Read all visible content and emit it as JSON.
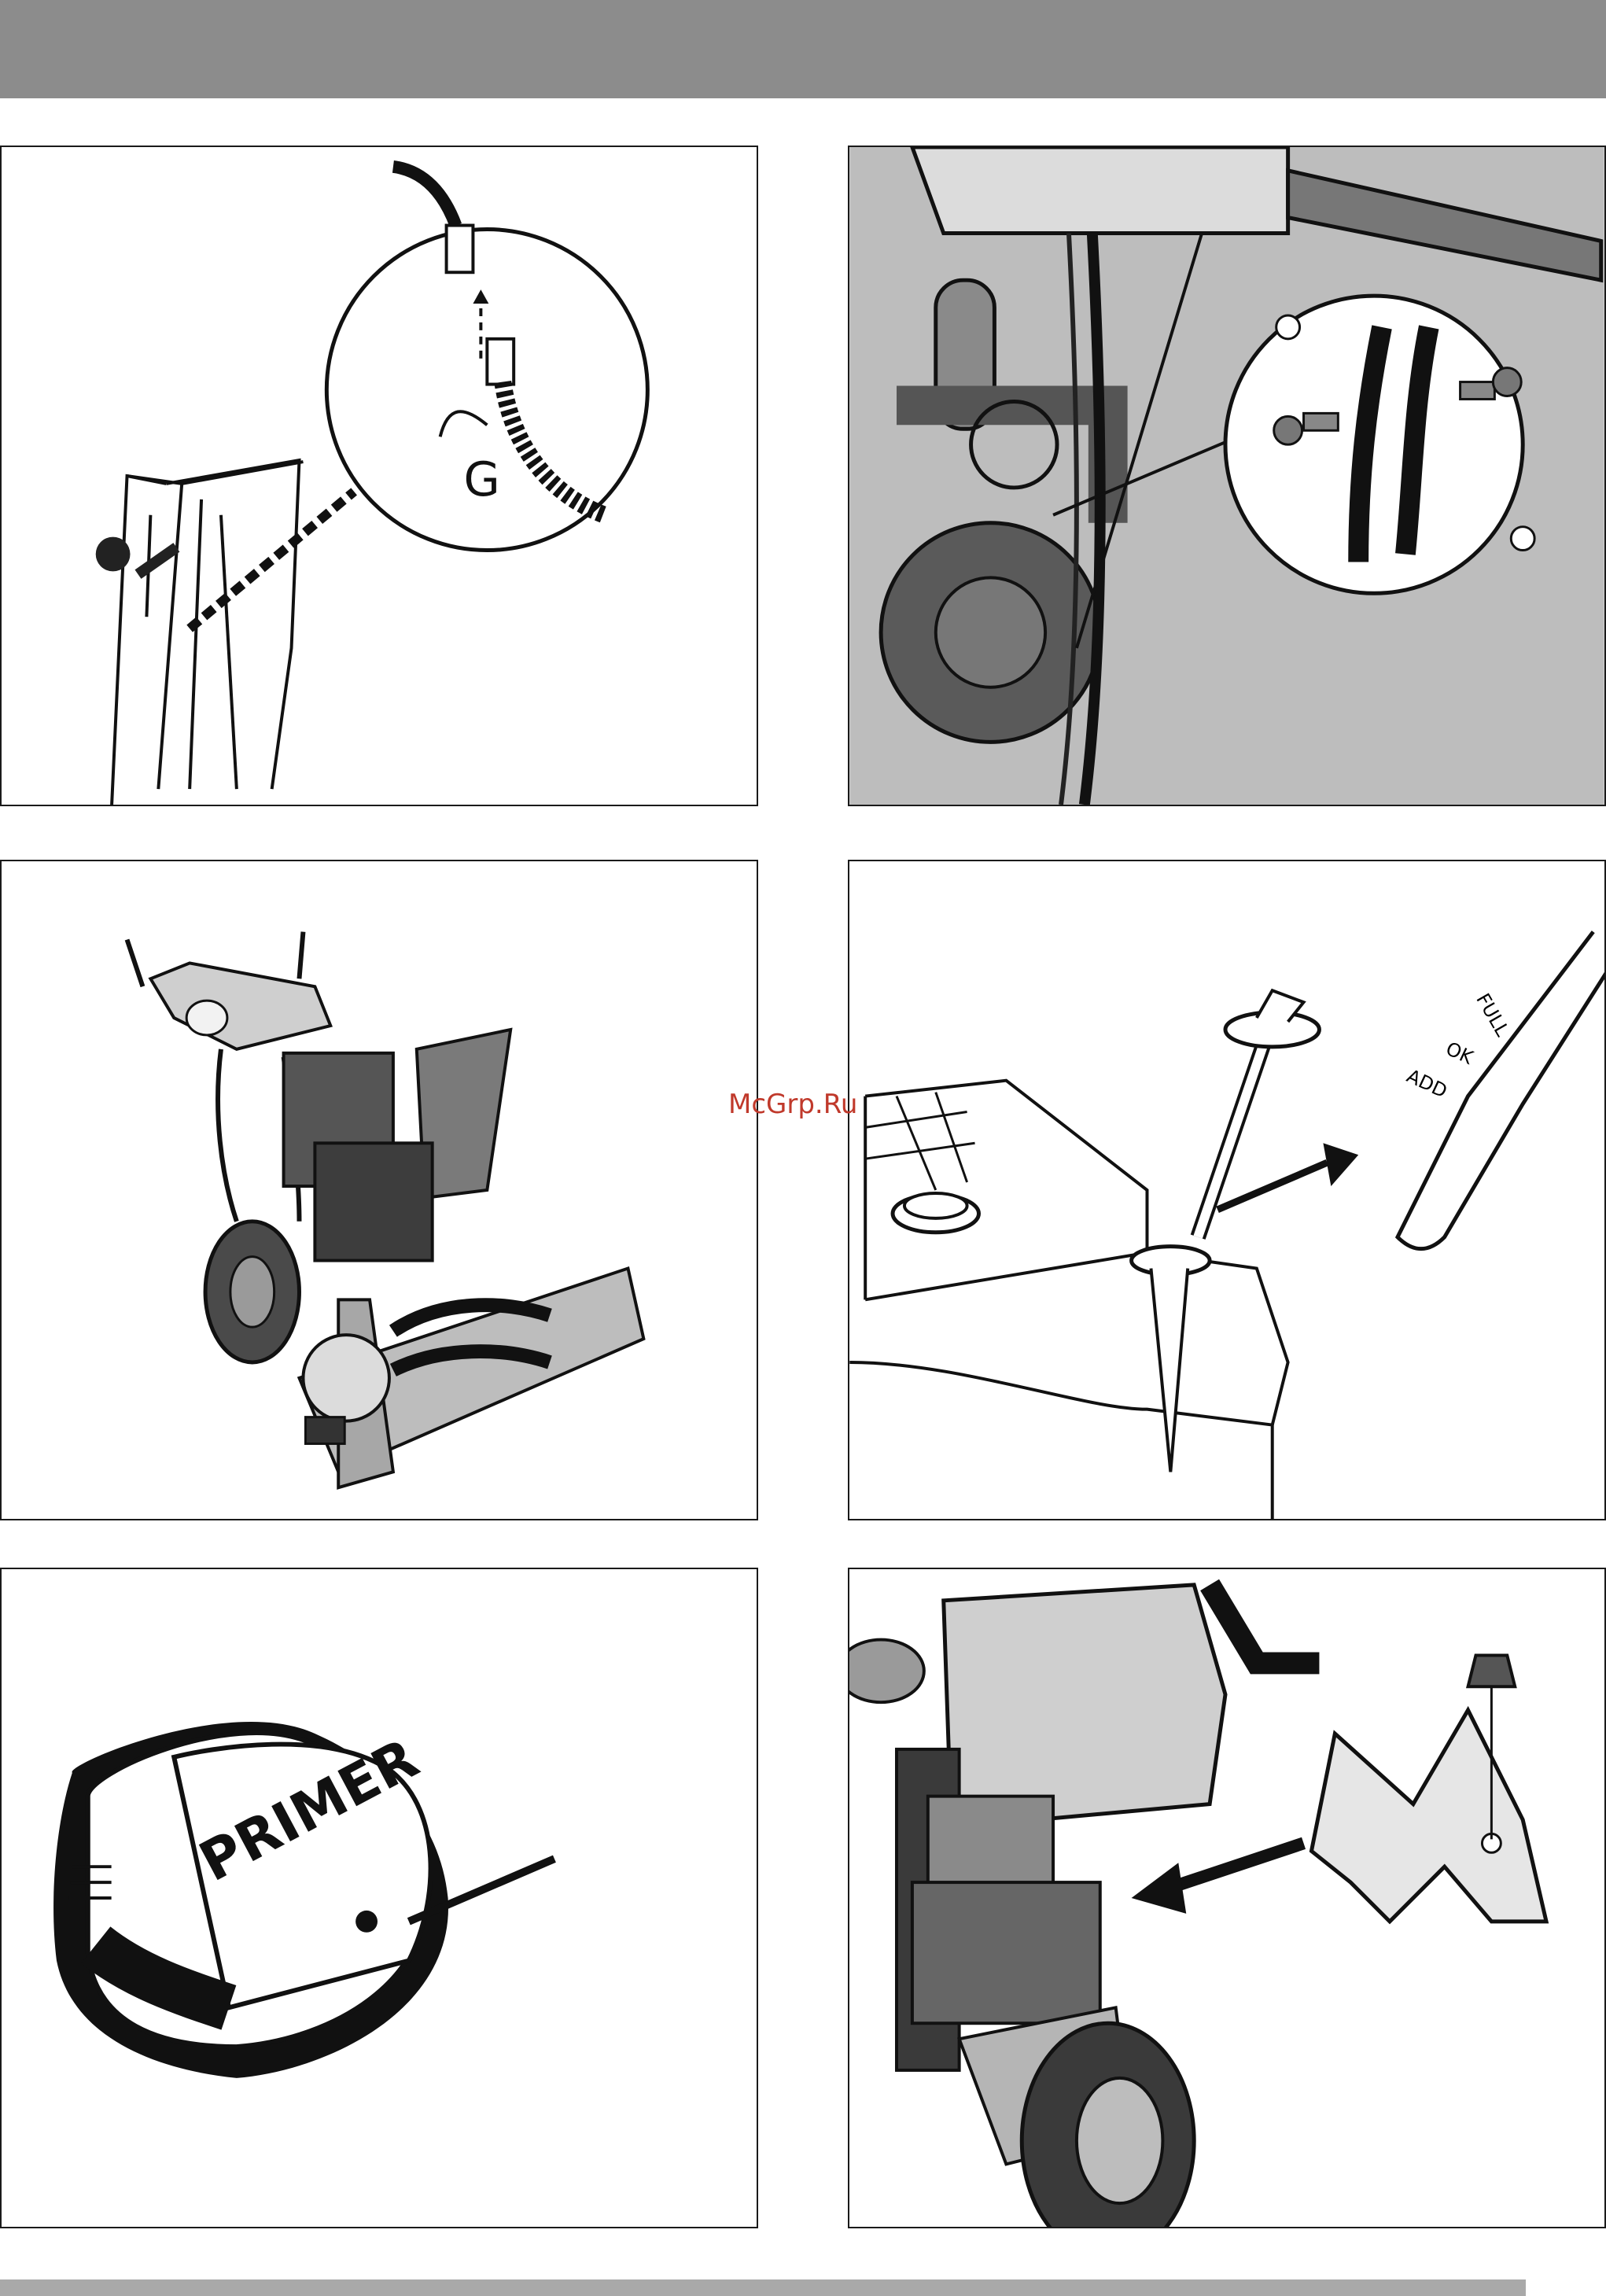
{
  "watermark": "McGrp.Ru",
  "dipstick_labels": {
    "full": "FULL",
    "ok": "OK",
    "add": "ADD"
  },
  "primer_label": "PRIMER",
  "colors": {
    "header_bar": "#8c8c8c",
    "footer_bar": "#a9a9a9",
    "watermark": "#c0392b"
  }
}
